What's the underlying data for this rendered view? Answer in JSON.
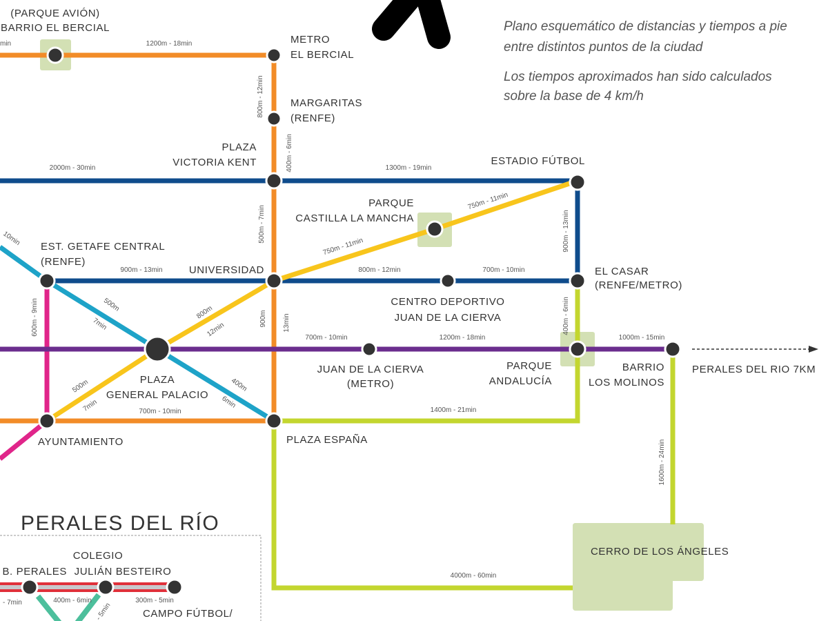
{
  "header": {
    "description": [
      "Plano esquemático de distancias y tiempos a pie",
      "entre distintos puntos de la ciudad"
    ],
    "note": [
      "Los tiempos aproximados han sido calculados",
      "sobre la base de 4 km/h"
    ]
  },
  "colors": {
    "orange": "#f28c28",
    "blue": "#0f4c8c",
    "cyan": "#1ea3c8",
    "yellow": "#f8c51c",
    "purple": "#6b2d8e",
    "pink": "#e0258a",
    "lime": "#c3d62f",
    "park": "#d3e0b4",
    "red": "#e0303a",
    "teal": "#4dbf9c",
    "station": "#333333"
  },
  "stations": {
    "barrio_el_bercial": [
      "(PARQUE AVIÓN)",
      "BARRIO EL BERCIAL"
    ],
    "metro_el_bercial": [
      "METRO",
      "EL BERCIAL"
    ],
    "margaritas": [
      "MARGARITAS",
      "(RENFE)"
    ],
    "victoria_kent": [
      "PLAZA",
      "VICTORIA KENT"
    ],
    "estadio_futbol": [
      "ESTADIO FÚTBOL"
    ],
    "castilla_la_mancha": [
      "PARQUE",
      "CASTILLA LA MANCHA"
    ],
    "getafe_central": [
      "EST. GETAFE CENTRAL",
      "(RENFE)"
    ],
    "universidad": [
      "UNIVERSIDAD"
    ],
    "el_casar": [
      "EL CASAR",
      "(RENFE/METRO)"
    ],
    "centro_deportivo": [
      "CENTRO DEPORTIVO",
      "JUAN DE LA CIERVA"
    ],
    "general_palacio": [
      "PLAZA",
      "GENERAL PALACIO"
    ],
    "juan_de_la_cierva": [
      "JUAN DE LA CIERVA",
      "(METRO)"
    ],
    "andalucia": [
      "PARQUE",
      "ANDALUCÍA"
    ],
    "los_molinos": [
      "BARRIO",
      "LOS MOLINOS"
    ],
    "perales_arrow": [
      "PERALES DEL RIO 7KM"
    ],
    "ayuntamiento": [
      "AYUNTAMIENTO"
    ],
    "plaza_espana": [
      "PLAZA ESPAÑA"
    ],
    "cerro": [
      "CERRO DE LOS ÁNGELES"
    ]
  },
  "perales": {
    "title": "PERALES DEL RÍO",
    "stations": {
      "b_perales": "B. PERALES",
      "colegio": [
        "COLEGIO",
        "JULIÁN BESTEIRO"
      ],
      "campo": "CAMPO FÚTBOL/"
    },
    "segments": [
      "- 7min",
      "400m - 6min",
      "- 5min",
      "300m - 5min"
    ]
  },
  "segments": {
    "bercial_left": "min",
    "bercial_metro": "1200m - 18min",
    "metro_margaritas": "800m - 12min",
    "margaritas_kent": "400m - 6min",
    "blue_left": "2000m - 30min",
    "kent_estadio": "1300m - 19min",
    "castilla_estadio": "750m - 11min",
    "univ_castilla": "750m - 11min",
    "kent_univ": "500m - 7min",
    "cyan_left": "10min",
    "getafe_univ": "900m - 13min",
    "univ_centro": "800m - 12min",
    "centro_casar": "700m - 10min",
    "estadio_casar": "900m - 13min",
    "getafe_ayto": "600m - 9min",
    "getafe_palacio": [
      "500m",
      "7min"
    ],
    "palacio_univ": [
      "800m",
      "12min"
    ],
    "univ_espana": [
      "900m",
      "13min"
    ],
    "purple_1": "700m - 10min",
    "purple_2": "1200m - 18min",
    "purple_3": "1000m - 15min",
    "casar_andalucia": "400m - 6min",
    "ayto_palacio": [
      "500m",
      "7min"
    ],
    "palacio_espana": [
      "400m",
      "6min"
    ],
    "ayto_espana": "700m - 10min",
    "espana_andalucia": "1400m - 21min",
    "molinos_cerro": "1600m - 24min",
    "espana_cerro": "4000m - 60min"
  }
}
